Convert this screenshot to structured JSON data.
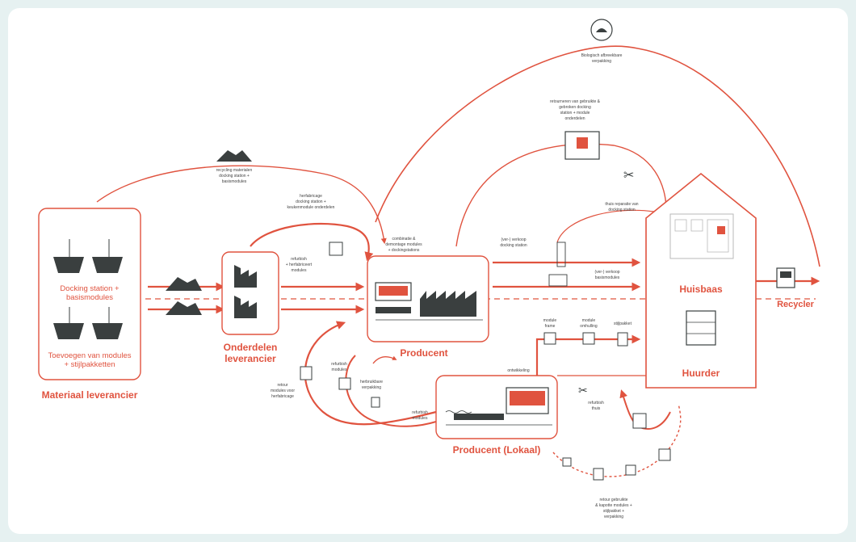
{
  "colors": {
    "accent": "#e0533f",
    "accent_light": "#f7c9bf",
    "dark": "#3a3f3f",
    "background": "#e6f1f1",
    "card": "#ffffff"
  },
  "nodes": {
    "materiaal": {
      "title": "Materiaal leverancier",
      "item1_line1": "Docking station +",
      "item1_line2": "basismodules",
      "item2_line1": "Toevoegen van modules",
      "item2_line2": "+ stijlpakketten"
    },
    "onderdelen": {
      "title_line1": "Onderdelen",
      "title_line2": "leverancier"
    },
    "producent": {
      "title": "Producent"
    },
    "producent_lokaal": {
      "title": "Producent (Lokaal)"
    },
    "huisbaas": {
      "title": "Huisbaas"
    },
    "huurder": {
      "title": "Huurder"
    },
    "recycler": {
      "title": "Recycler"
    }
  },
  "annotations": {
    "biodegradable_line1": "Biologisch afbreekbare",
    "biodegradable_line2": "verpakking",
    "recycling_line1": "recycling materialen",
    "recycling_line2": "docking station +",
    "recycling_line3": "basismodules",
    "retour_line1": "retourneren van gebruikte &",
    "retour_line2": "gebroken docking",
    "retour_line3": "station + module",
    "retour_line4": "onderdelen",
    "herfabricage_line1": "herfabricage",
    "herfabricage_line2": "docking station +",
    "herfabricage_line3": "keukenmodule onderdelen",
    "refurbish_line1": "refurbish",
    "refurbish_line2": "+ herfabriceert",
    "refurbish_line3": "modules",
    "combinatie_line1": "combinatie &",
    "combinatie_line2": "demontage modules",
    "combinatie_line3": "+ dockingstations",
    "verkoop_docking_line1": "(ver-) verkoop",
    "verkoop_docking_line2": "docking station",
    "verkoop_basis_line1": "(ver-) verkoop",
    "verkoop_basis_line2": "basismodules",
    "thuis_line1": "thuis reparatie van",
    "thuis_line2": "docking station",
    "ontwikkeling": "ontwikkeling",
    "module_frame_line1": "module",
    "module_frame_line2": "frame",
    "module_omhulsel_line1": "module",
    "module_omhulsel_line2": "omhulling",
    "stijlpakket": "stijlpakket",
    "refurbish_modules_line1": "refurbish",
    "refurbish_modules_line2": "modules",
    "herbruikbare_line1": "herbruikbare",
    "herbruikbare_line2": "verpakking",
    "retour_modules_line1": "retour",
    "retour_modules_line2": "modules voor",
    "retour_modules_line3": "herfabricage",
    "refurbish_producten_line1": "refurbish",
    "refurbish_producten_line2": "modules",
    "refurbish_thuis_line1": "refurbish",
    "refurbish_thuis_line2": "thuis",
    "retour_bottom_line1": "retour gebruikte",
    "retour_bottom_line2": "& kapotte modules +",
    "retour_bottom_line3": "stijlpakket +",
    "retour_bottom_line4": "verpakking"
  }
}
